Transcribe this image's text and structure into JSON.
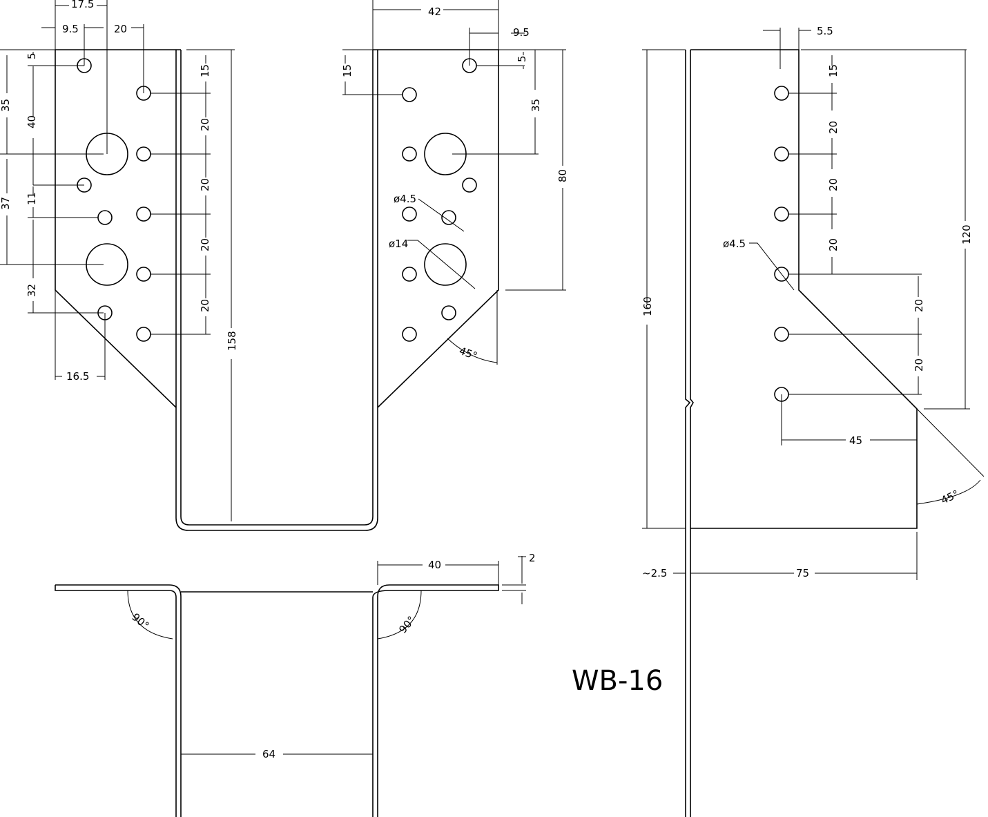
{
  "title": "WB-16",
  "front_view": {
    "top_dims": [
      "17.5",
      "9.5",
      "20",
      "42",
      "9.5"
    ],
    "left_dims": [
      "5",
      "35",
      "40",
      "37",
      "11",
      "32",
      "16.5"
    ],
    "inner_dims": [
      "15",
      "20",
      "20",
      "20",
      "20",
      "158"
    ],
    "right_dims": [
      "15",
      "5",
      "35",
      "80"
    ],
    "hole_labels": [
      "ø4.5",
      "ø14"
    ],
    "angle": "45°"
  },
  "side_view": {
    "dims": [
      "5.5",
      "15",
      "20",
      "20",
      "20",
      "ø4.5",
      "120",
      "20",
      "20",
      "45",
      "160",
      "~2.5",
      "75"
    ],
    "angle": "45°"
  },
  "bottom_view": {
    "dims": [
      "40",
      "2",
      "64"
    ],
    "angles": [
      "90°",
      "90°"
    ]
  }
}
